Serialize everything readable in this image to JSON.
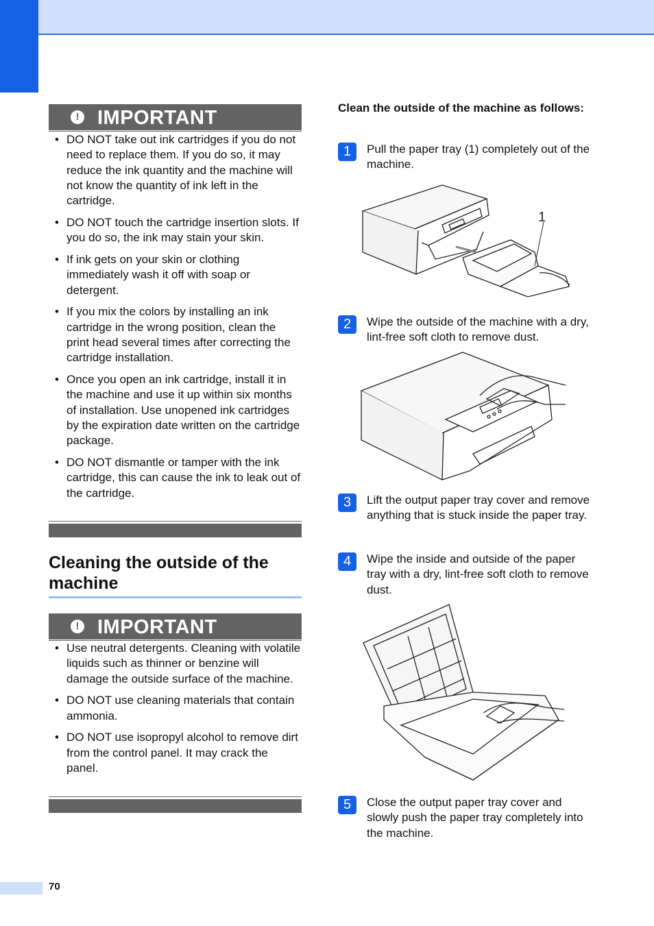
{
  "left": {
    "important_label": "IMPORTANT",
    "important_badge": "!",
    "important1_items": [
      "DO NOT take out ink cartridges if you do not need to replace them. If you do so, it may reduce the ink quantity and the machine will not know the quantity of ink left in the cartridge.",
      "DO NOT touch the cartridge insertion slots. If you do so, the ink may stain your skin.",
      "If ink gets on your skin or clothing immediately wash it off with soap or detergent.",
      "If you mix the colors by installing an ink cartridge in the wrong position, clean the print head several times after correcting the cartridge installation.",
      "Once you open an ink cartridge, install it in the machine and use it up within six months of installation. Use unopened ink cartridges by the expiration date written on the cartridge package.",
      "DO NOT dismantle or tamper with the ink cartridge, this can cause the ink to leak out of the cartridge."
    ],
    "section_title": "Cleaning the outside of the machine",
    "important2_items": [
      "Use neutral detergents. Cleaning with volatile liquids such as thinner or benzine will damage the outside surface of the machine.",
      "DO NOT use cleaning materials that contain ammonia.",
      "DO NOT use isopropyl alcohol to remove dirt from the control panel. It may crack the panel."
    ]
  },
  "right": {
    "heading": "Clean the outside of the machine as follows:",
    "figure1_callout": "1",
    "steps": [
      {
        "num": "1",
        "text": "Pull the paper tray (1) completely out of the machine."
      },
      {
        "num": "2",
        "text": "Wipe the outside of the machine with a dry, lint-free soft cloth to remove dust."
      },
      {
        "num": "3",
        "text": "Lift the output paper tray cover and remove anything that is stuck inside the paper tray."
      },
      {
        "num": "4",
        "text": "Wipe the inside and outside of the paper tray with a dry, lint-free soft cloth to remove dust."
      },
      {
        "num": "5",
        "text": "Close the output paper tray cover and slowly push the paper tray completely into the machine."
      }
    ]
  },
  "footer": {
    "page_number": "70"
  },
  "colors": {
    "accent": "#1561e6",
    "band": "#cfe0fb",
    "important_bg": "#636363"
  }
}
